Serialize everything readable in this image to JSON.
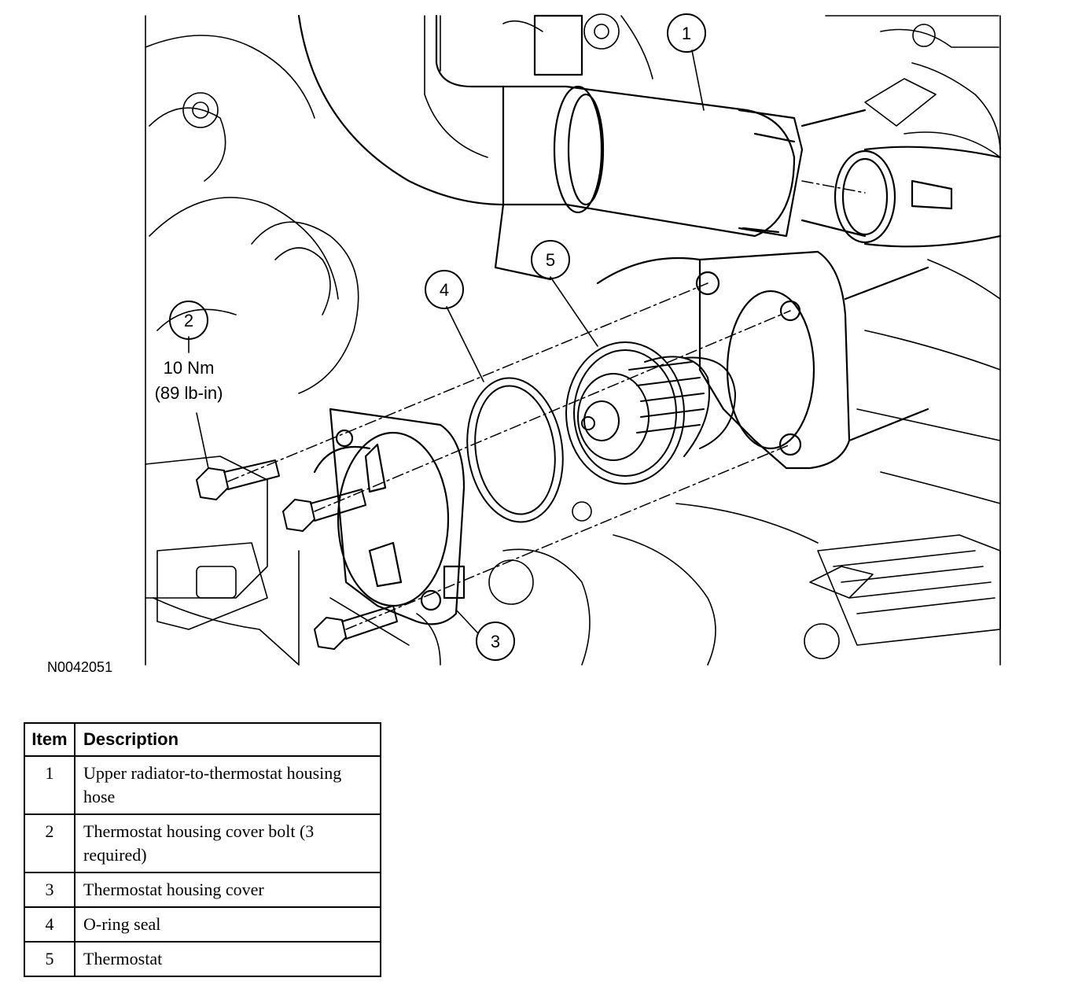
{
  "figure": {
    "id": "N0042051",
    "torque_value": "10 Nm",
    "torque_imperial": "(89 lb-in)",
    "callouts": [
      "1",
      "2",
      "3",
      "4",
      "5"
    ]
  },
  "legend": {
    "header_item": "Item",
    "header_description": "Description",
    "rows": [
      {
        "item": "1",
        "description": "Upper radiator-to-thermostat housing hose"
      },
      {
        "item": "2",
        "description": "Thermostat housing cover bolt (3 required)"
      },
      {
        "item": "3",
        "description": "Thermostat housing cover"
      },
      {
        "item": "4",
        "description": "O-ring seal"
      },
      {
        "item": "5",
        "description": "Thermostat"
      }
    ]
  }
}
